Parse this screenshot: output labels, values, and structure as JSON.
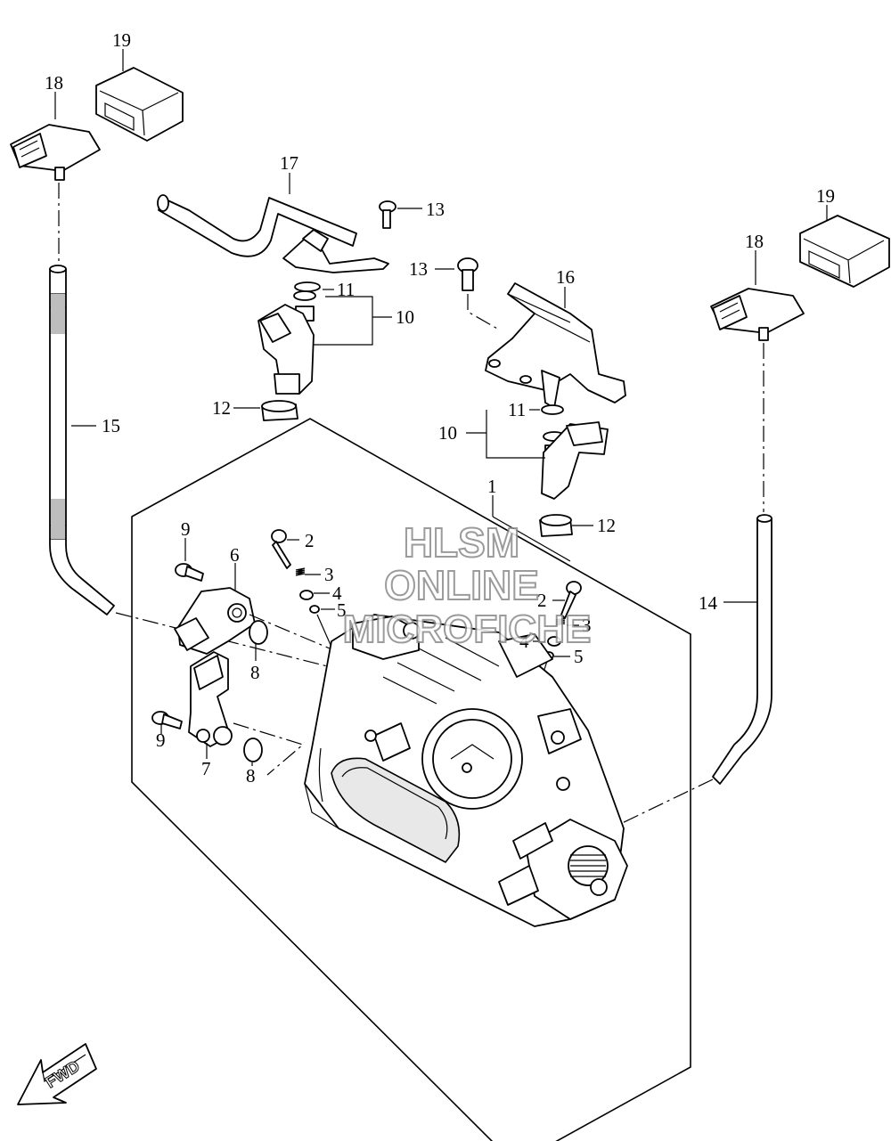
{
  "watermark": {
    "line1": "HLSM",
    "line2": "ONLINE",
    "line3": "MICROFICHE"
  },
  "fwd_label": "FWD",
  "callouts": [
    {
      "id": "c19a",
      "number": "19"
    },
    {
      "id": "c18a",
      "number": "18"
    },
    {
      "id": "c17",
      "number": "17"
    },
    {
      "id": "c13a",
      "number": "13"
    },
    {
      "id": "c13b",
      "number": "13"
    },
    {
      "id": "c16",
      "number": "16"
    },
    {
      "id": "c11a",
      "number": "11"
    },
    {
      "id": "c10a",
      "number": "10"
    },
    {
      "id": "c12a",
      "number": "12"
    },
    {
      "id": "c15",
      "number": "15"
    },
    {
      "id": "c11b",
      "number": "11"
    },
    {
      "id": "c10b",
      "number": "10"
    },
    {
      "id": "c1",
      "number": "1"
    },
    {
      "id": "c12b",
      "number": "12"
    },
    {
      "id": "c19b",
      "number": "19"
    },
    {
      "id": "c18b",
      "number": "18"
    },
    {
      "id": "c9a",
      "number": "9"
    },
    {
      "id": "c6",
      "number": "6"
    },
    {
      "id": "c2a",
      "number": "2"
    },
    {
      "id": "c3a",
      "number": "3"
    },
    {
      "id": "c4a",
      "number": "4"
    },
    {
      "id": "c5a",
      "number": "5"
    },
    {
      "id": "c2b",
      "number": "2"
    },
    {
      "id": "c3b",
      "number": "3"
    },
    {
      "id": "c4b",
      "number": "4"
    },
    {
      "id": "c5b",
      "number": "5"
    },
    {
      "id": "c8a",
      "number": "8"
    },
    {
      "id": "c14",
      "number": "14"
    },
    {
      "id": "c9b",
      "number": "9"
    },
    {
      "id": "c7",
      "number": "7"
    },
    {
      "id": "c8b",
      "number": "8"
    }
  ]
}
